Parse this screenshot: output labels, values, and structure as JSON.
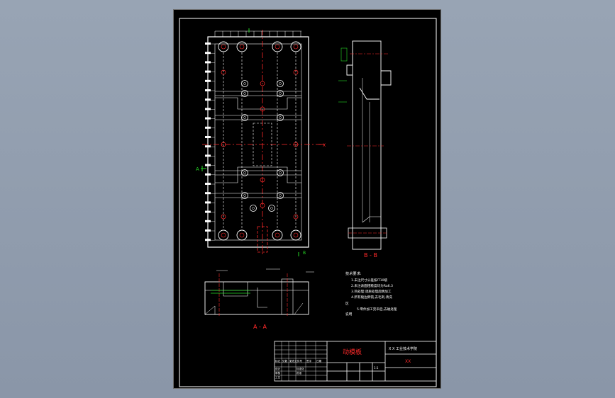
{
  "drawing": {
    "title_block": {
      "part_name": "动模板",
      "school": "X X 工业技术学院",
      "code": "XX",
      "scale": "1:1",
      "cells": [
        "标记",
        "处数",
        "更改文件号",
        "签字",
        "日期",
        "设计",
        "审核",
        "工艺",
        "标准化",
        "批准"
      ]
    },
    "section_labels": {
      "aa": "A - A",
      "bb": "B - B",
      "a_marker": "A",
      "b_marker": "B",
      "x_marker": "X"
    },
    "notes": {
      "heading": "技术要求:",
      "lines": [
        "1.未注尺寸公差按IT10级",
        "2.未注表面粗糙度均为Ra6.3",
        "3.热处理:调质处理后精加工",
        "4.所有棱边倒钝,去毛刺,清洗",
        "5.零件加工完毕后,去磁处理"
      ],
      "extra_1": "区",
      "extra_2": "说明"
    },
    "colors": {
      "paper": "#000000",
      "line": "#ffffff",
      "center_line": "#ff2a2a",
      "dimension": "#26d926",
      "viewport_bg": "#8e9aac"
    }
  }
}
